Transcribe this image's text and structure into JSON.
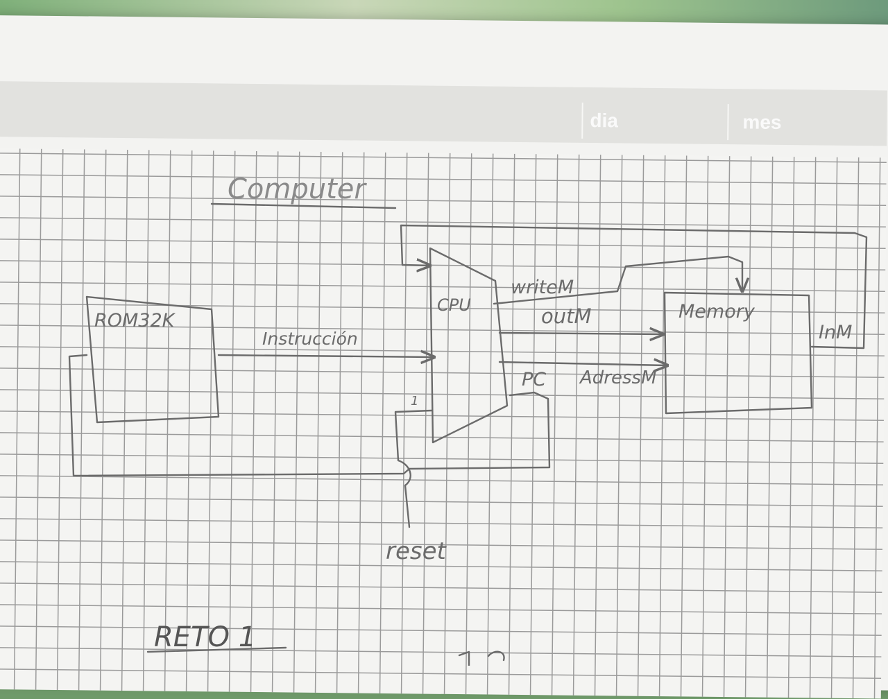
{
  "header": {
    "day_label": "dia",
    "month_label": "mes"
  },
  "diagram": {
    "title": "Computer",
    "rom_label": "ROM32K",
    "cpu_label": "CPU",
    "memory_label": "Memory",
    "instruction_label": "Instrucción",
    "writem_label": "writeM",
    "outm_label": "outM",
    "pc_label": "PC",
    "addressm_label": "AdressM",
    "inm_label": "InM",
    "reset_pin_label": "1",
    "reset_label": "reset",
    "footer_label": "RETO 1"
  },
  "colors": {
    "pencil": "#6b6b6b",
    "paper": "#f3f3f1",
    "grid": "#9a9a9a"
  }
}
